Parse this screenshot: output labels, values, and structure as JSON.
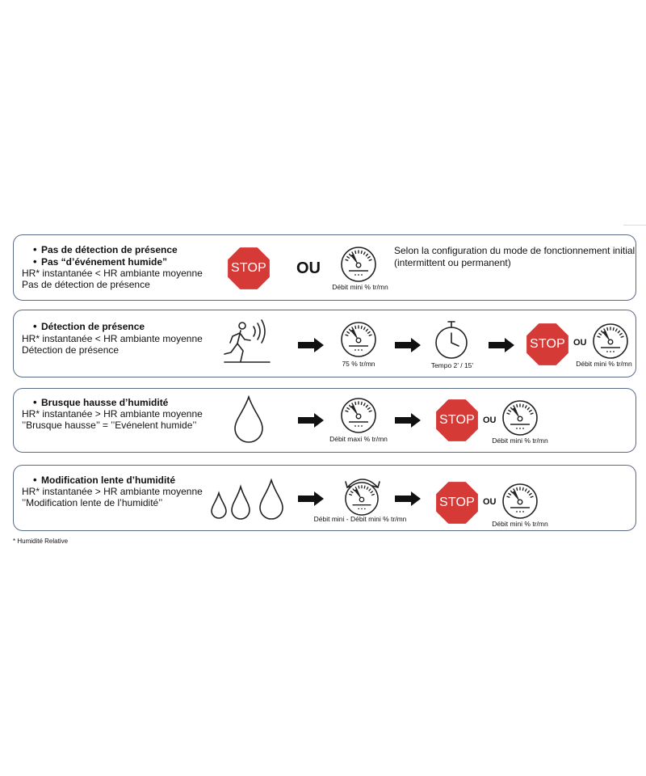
{
  "colors": {
    "stop_red": "#d63a37",
    "border": "#5b6b86",
    "ink": "#111111"
  },
  "icons": [
    "stop-sign",
    "gauge",
    "walking-person",
    "arrow-right",
    "stopwatch",
    "water-drop",
    "rotate-arrows"
  ],
  "sections": [
    {
      "bullets": [
        "Pas de détection de présence",
        "Pas “d’événement humide”"
      ],
      "lines": [
        "HR* instantanée < HR ambiante moyenne",
        "Pas de détection de présence"
      ],
      "ou": "OU",
      "gauge_label": "Débit mini % tr/mn",
      "note": [
        "Selon la configuration du mode de fonctionnement initial",
        "(intermittent ou permanent)"
      ],
      "stop_label": "STOP"
    },
    {
      "bullets": [
        "Détection de présence"
      ],
      "lines": [
        "HR* instantanée < HR ambiante moyenne",
        "Détection de présence"
      ],
      "gauge_label": "75 % tr/mn",
      "timer_label": "Tempo 2’ / 15’",
      "stop_label": "STOP",
      "ou": "OU",
      "end_gauge_label": "Débit mini % tr/mn"
    },
    {
      "bullets": [
        "Brusque hausse d’humidité"
      ],
      "lines": [
        "HR* instantanée > HR ambiante moyenne",
        "’’Brusque hausse’’ = ’’Evénelent humide’’"
      ],
      "gauge_label": "Débit maxi % tr/mn",
      "stop_label": "STOP",
      "ou": "OU",
      "end_gauge_label": "Débit mini % tr/mn"
    },
    {
      "bullets": [
        "Modification lente d’humidité"
      ],
      "lines": [
        "HR* instantanée > HR ambiante moyenne",
        "’’Modification lente de l’humidité’’"
      ],
      "gauge_label": "Débit mini - Débit mini % tr/mn",
      "stop_label": "STOP",
      "ou": "OU",
      "end_gauge_label": "Débit mini % tr/mn"
    }
  ],
  "footnote": "* Humidité Relative"
}
